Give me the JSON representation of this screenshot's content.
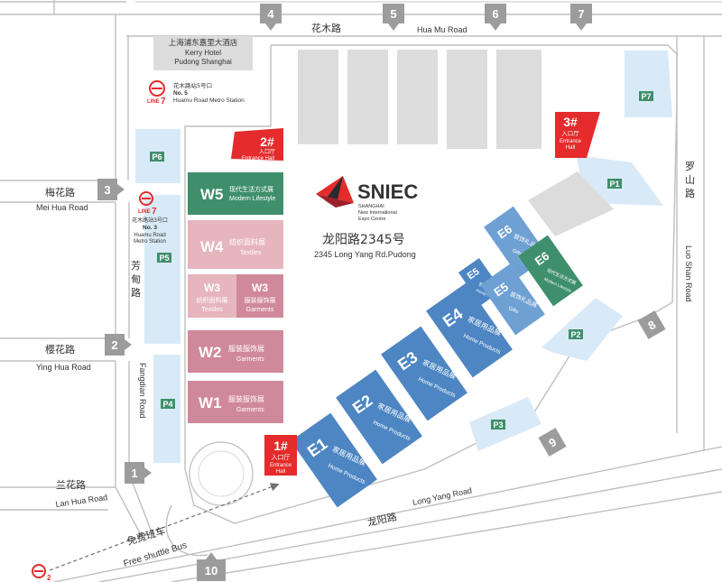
{
  "roads": {
    "huamu_cn": "花木路",
    "huamu_en": "Hua Mu Road",
    "meihua_cn": "梅花路",
    "meihua_en": "Mei Hua Road",
    "yinghua_cn": "樱花路",
    "yinghua_en": "Ying Hua Road",
    "lanhua_cn": "兰花路",
    "lanhua_en": "Lan Hua Road",
    "longyang_cn": "龙阳路",
    "longyang_en": "Long Yang Road",
    "luoshan_cn": "罗山路",
    "luoshan_en": "Luo Shan Road",
    "fangdian_cn": "芳甸路",
    "fangdian_en": "Fangdian Road"
  },
  "gates": [
    "1",
    "2",
    "3",
    "4",
    "5",
    "6",
    "7",
    "8",
    "9",
    "10"
  ],
  "hotel": {
    "cn": "上海浦东嘉里大酒店",
    "en1": "Kerry Hotel",
    "en2": "Pudong Shanghai"
  },
  "metro_top": {
    "line_no": "7",
    "line_word": "LINE",
    "cn": "花木路站5号口",
    "exit": "No. 5",
    "en": "Huamu Road Metro Station"
  },
  "metro_left": {
    "line_no": "7",
    "line_word": "LINE",
    "cn": "花木路站3号口",
    "exit": "No. 3",
    "en1": "Huamu Road",
    "en2": "Metro Station"
  },
  "parking": [
    "P1",
    "P2",
    "P3",
    "P4",
    "P5",
    "P6",
    "P7"
  ],
  "entrances": {
    "e1": {
      "num": "1#",
      "cn": "入口厅",
      "en1": "Entrance",
      "en2": "Hall"
    },
    "e2": {
      "num": "2#",
      "cn": "入口厅",
      "en": "Entrance Hall"
    },
    "e3": {
      "num": "3#",
      "cn": "入口厅",
      "en1": "Entrance",
      "en2": "Hall"
    }
  },
  "logo": {
    "name": "SNIEC",
    "l1": "SHANGHAI",
    "l2": "New International",
    "l3": "Expo Centre"
  },
  "address": {
    "cn": "龙阳路2345号",
    "en": "2345 Long Yang Rd.Pudong"
  },
  "halls_west": {
    "w5": {
      "code": "W5",
      "cn": "现代生活方式展",
      "en": "Modern Lifestyle"
    },
    "w4": {
      "code": "W4",
      "cn": "纺织面料展",
      "en": "Textiles"
    },
    "w3a": {
      "code": "W3",
      "cn": "纺织面料展",
      "en": "Textiles"
    },
    "w3b": {
      "code": "W3",
      "cn": "服装服饰展",
      "en": "Garments"
    },
    "w2": {
      "code": "W2",
      "cn": "服装服饰展",
      "en": "Garments"
    },
    "w1": {
      "code": "W1",
      "cn": "服装服饰展",
      "en": "Garments"
    }
  },
  "halls_east": {
    "e1": {
      "code": "E1",
      "cn": "家居用品展",
      "en": "Home Products"
    },
    "e2": {
      "code": "E2",
      "cn": "家居用品展",
      "en": "Home Products"
    },
    "e3": {
      "code": "E3",
      "cn": "家居用品展",
      "en": "Home Products"
    },
    "e4": {
      "code": "E4",
      "cn": "家居用品展",
      "en": "Home Products"
    },
    "e5a": {
      "code": "E5",
      "cn": "家居用品展",
      "en": "Home Products"
    },
    "e5b": {
      "code": "E5",
      "cn": "装饰礼品展",
      "en": "Gifts"
    },
    "e6a": {
      "code": "E6",
      "cn": "装饰礼品展",
      "en": "Gifts"
    },
    "e6b": {
      "code": "E6",
      "cn": "现代生活方式展",
      "en": "Modern Lifestyle"
    }
  },
  "shuttle": {
    "cn": "免费班车",
    "en": "Free shuttle Bus"
  },
  "metro_bottom": {
    "line_no": "2"
  },
  "colors": {
    "red": "#e52b2b",
    "w5_green": "#3f8f6c",
    "pink_light": "#e7b5be",
    "pink_dark": "#d0899a",
    "blue": "#4d86c2",
    "blue_light": "#6fa0d3",
    "green_e6": "#3f8f6c",
    "parking": "#d8eaf7",
    "gate_grey": "#9c9c9c",
    "building_grey": "#dcdcdc"
  }
}
